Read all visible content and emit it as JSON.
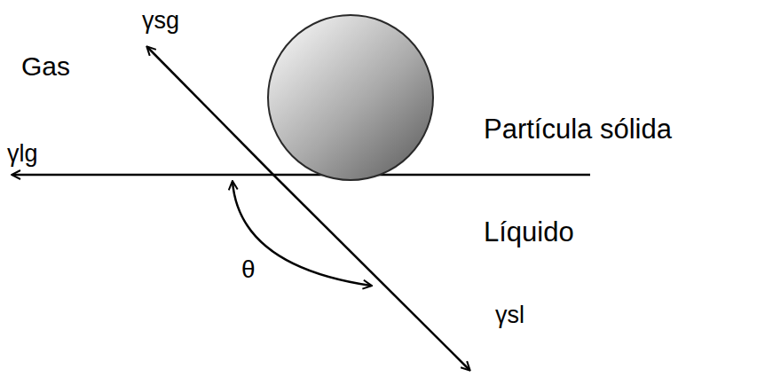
{
  "diagram": {
    "labels": [
      "γsg",
      "Gas",
      "γlg",
      "Partícula sólida",
      "Líquido",
      "θ",
      "γsl"
    ]
  }
}
